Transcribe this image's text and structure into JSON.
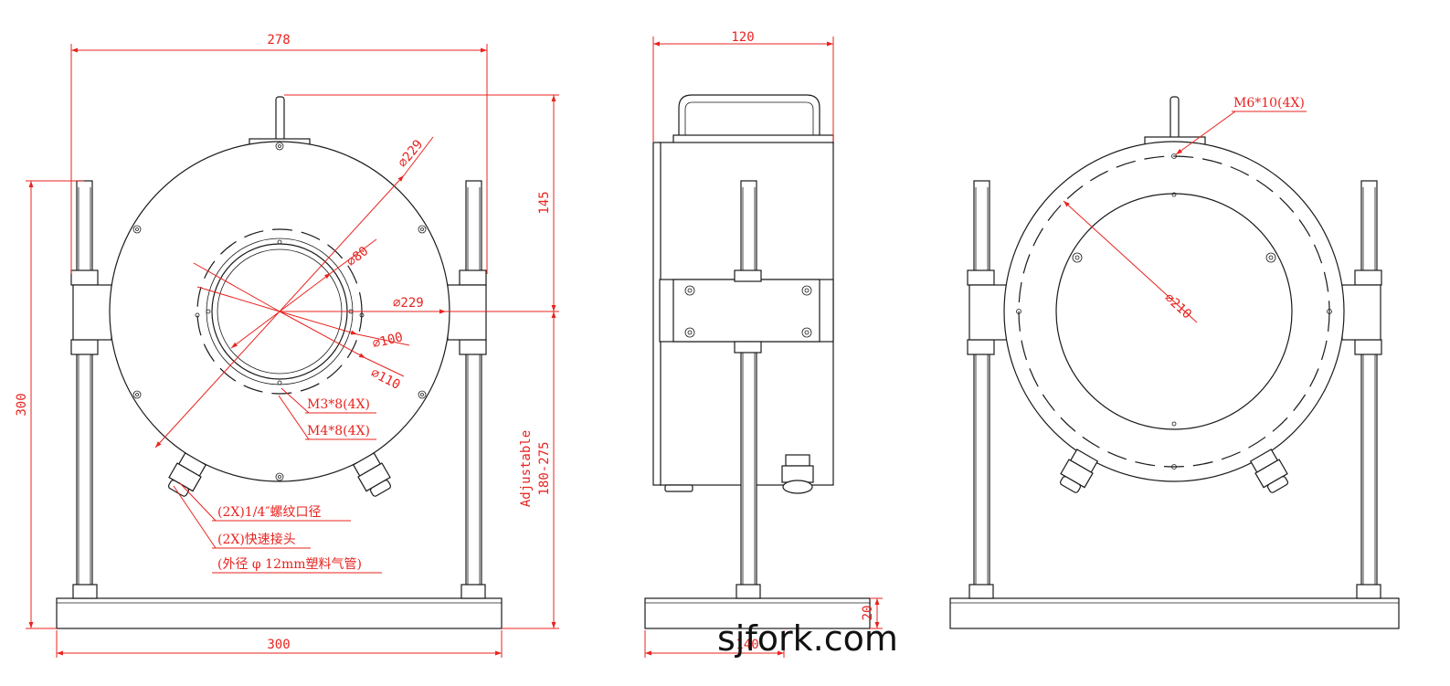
{
  "dimensions": {
    "front_width": "278",
    "side_width": "120",
    "upper_height": "145",
    "total_height": "300",
    "adjustable_label": "Adjustable",
    "adjustable_range": "180-275",
    "base_width_front": "300",
    "base_width_side": "140",
    "base_height": "20",
    "dia_outer_1": "⌀229",
    "dia_outer_2": "⌀229",
    "dia_80": "⌀80",
    "dia_100": "⌀100",
    "dia_110": "⌀110",
    "dia_210": "⌀210"
  },
  "callouts": {
    "m3": "M3*8(4X)",
    "m4": "M4*8(4X)",
    "m6": "M6*10(4X)",
    "port_line1": "(2X)1/4″螺纹口径",
    "port_line2": "(2X)快速接头",
    "port_line3": "(外径 φ 12mm塑料气管)"
  },
  "watermark": "sjfork.com",
  "colors": {
    "dimension": "#e8231f",
    "line": "#1a1a1a"
  }
}
